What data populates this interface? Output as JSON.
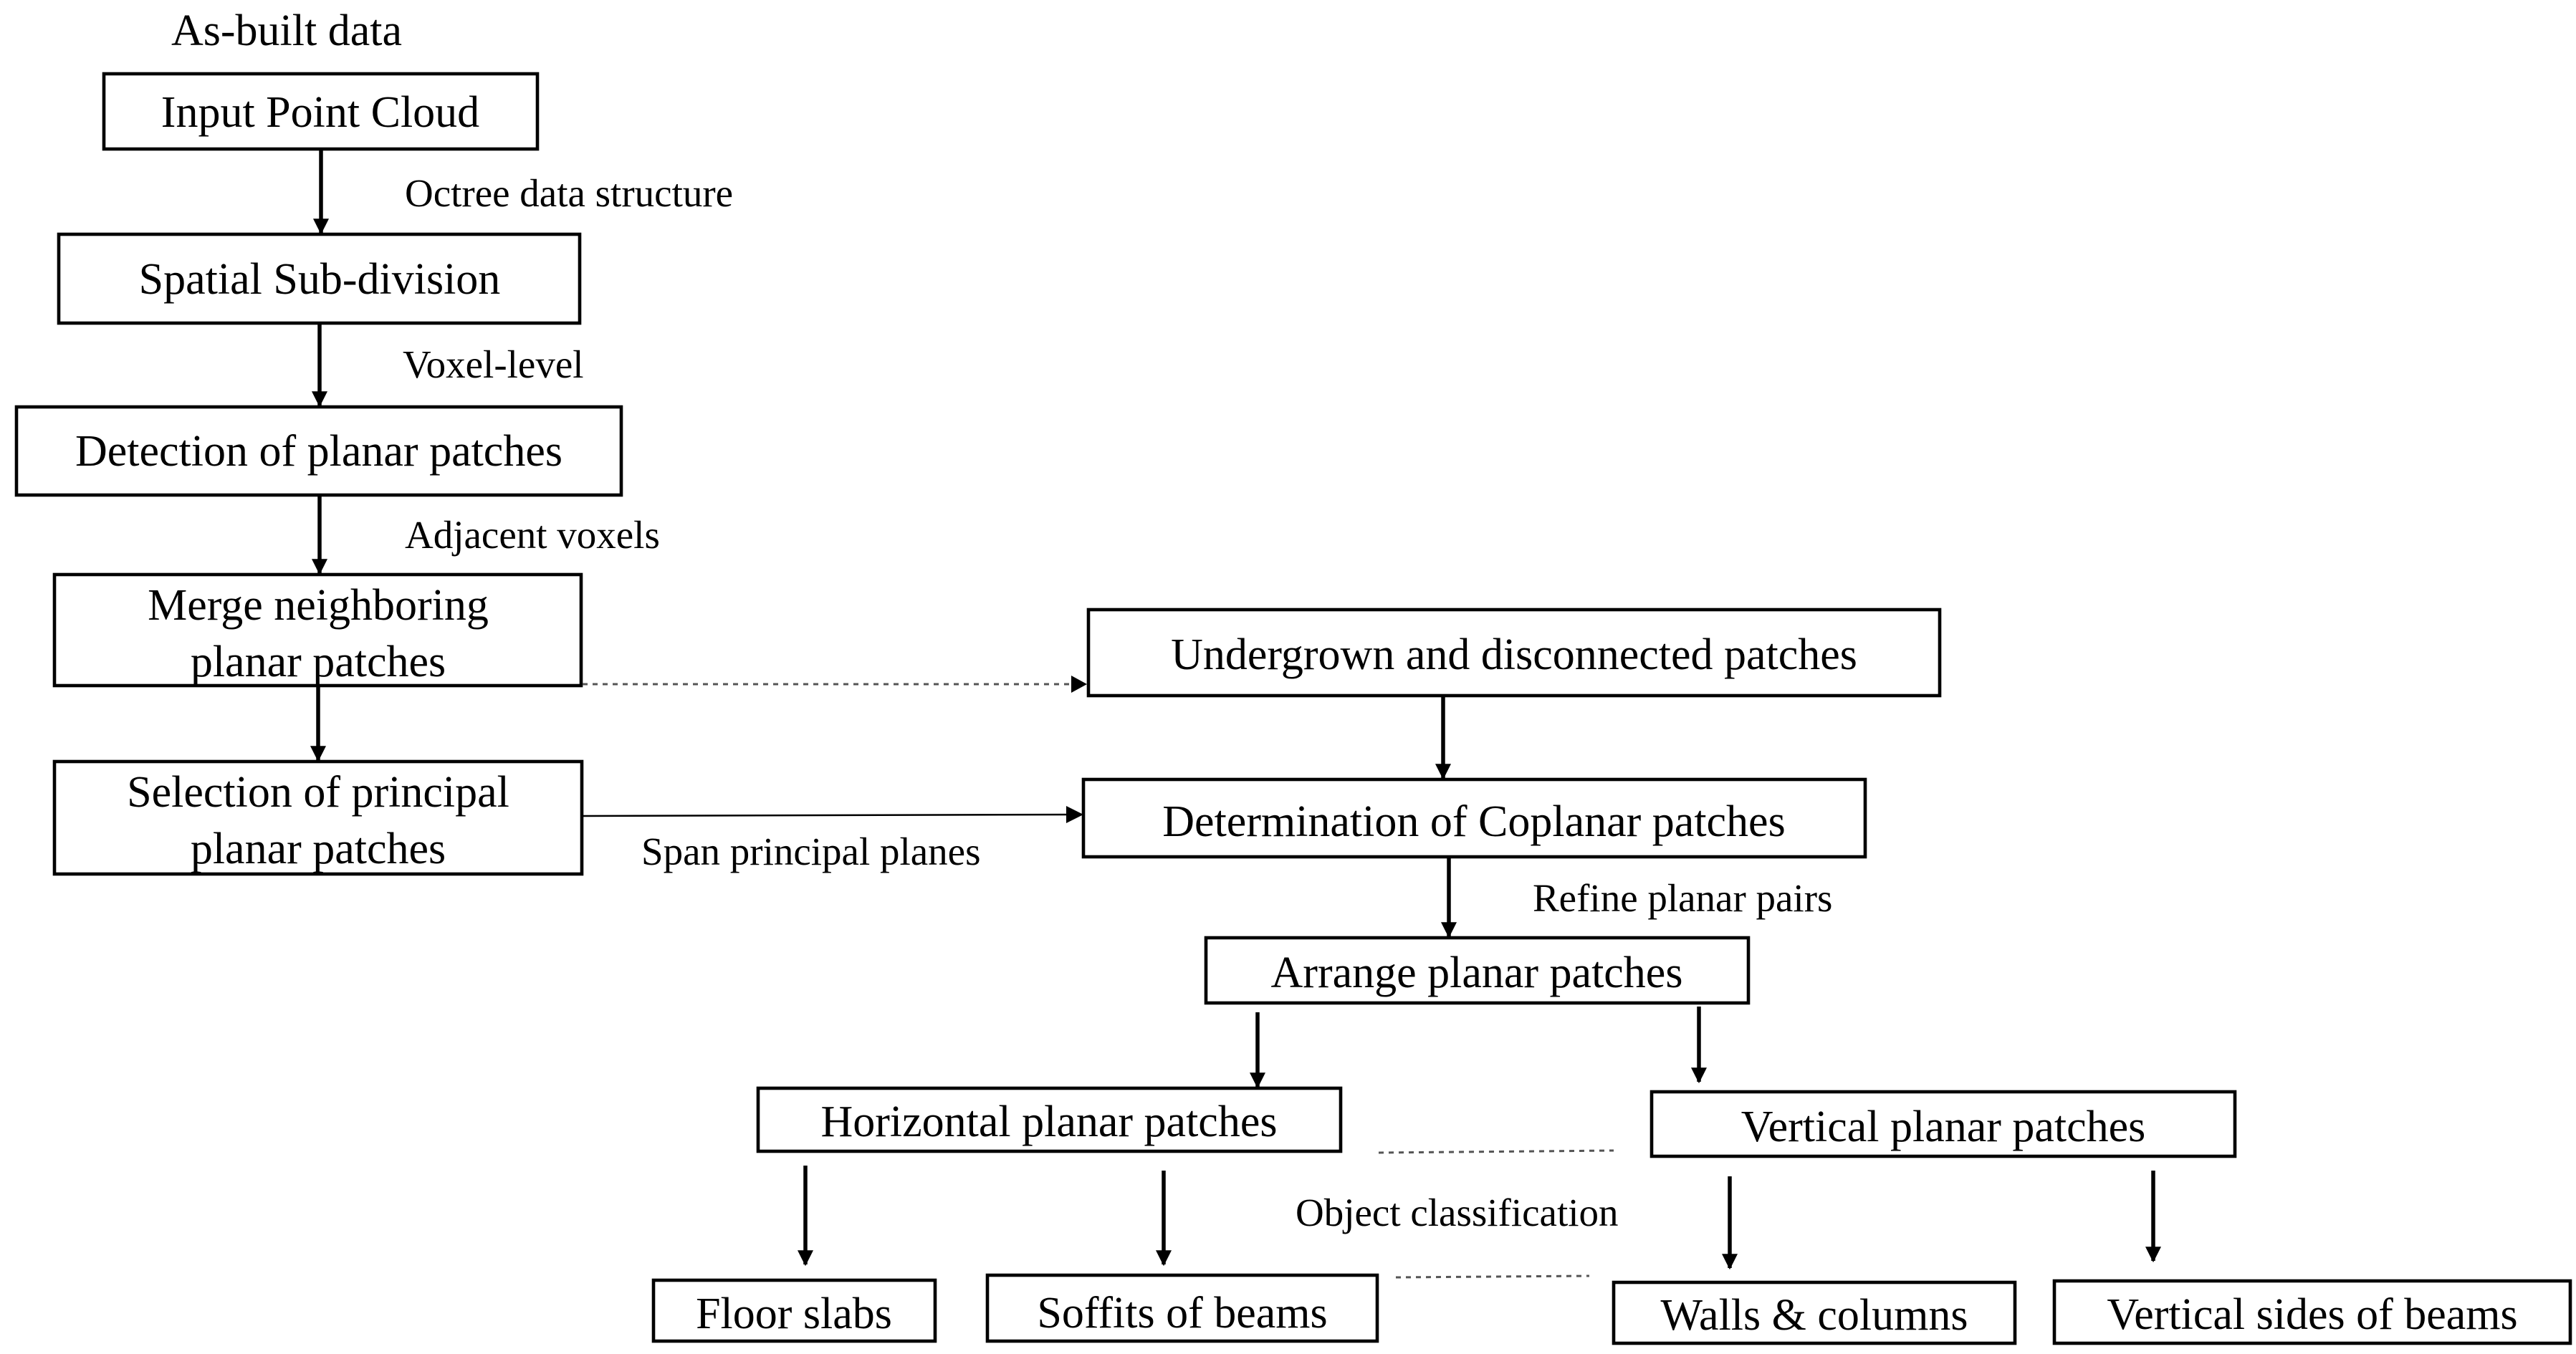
{
  "title": "As-built data",
  "nodes": {
    "input_point_cloud": "Input Point Cloud",
    "spatial_subdivision": "Spatial Sub-division",
    "detection_planar": "Detection of planar patches",
    "merge_line1": "Merge neighboring",
    "merge_line2": "planar patches",
    "selection_line1": "Selection of principal",
    "selection_line2": "planar patches",
    "undergrown": "Undergrown and disconnected patches",
    "coplanar": "Determination of Coplanar patches",
    "arrange": "Arrange planar patches",
    "horizontal": "Horizontal planar patches",
    "vertical": "Vertical planar patches",
    "floor_slabs": "Floor slabs",
    "soffits": "Soffits of beams",
    "walls_columns": "Walls & columns",
    "vertical_sides": "Vertical sides of beams"
  },
  "edge_labels": {
    "octree": "Octree data structure",
    "voxel_level": "Voxel-level",
    "adjacent_voxels": "Adjacent voxels",
    "span_principal": "Span principal planes",
    "refine_pairs": "Refine planar pairs",
    "object_classification": "Object classification"
  }
}
